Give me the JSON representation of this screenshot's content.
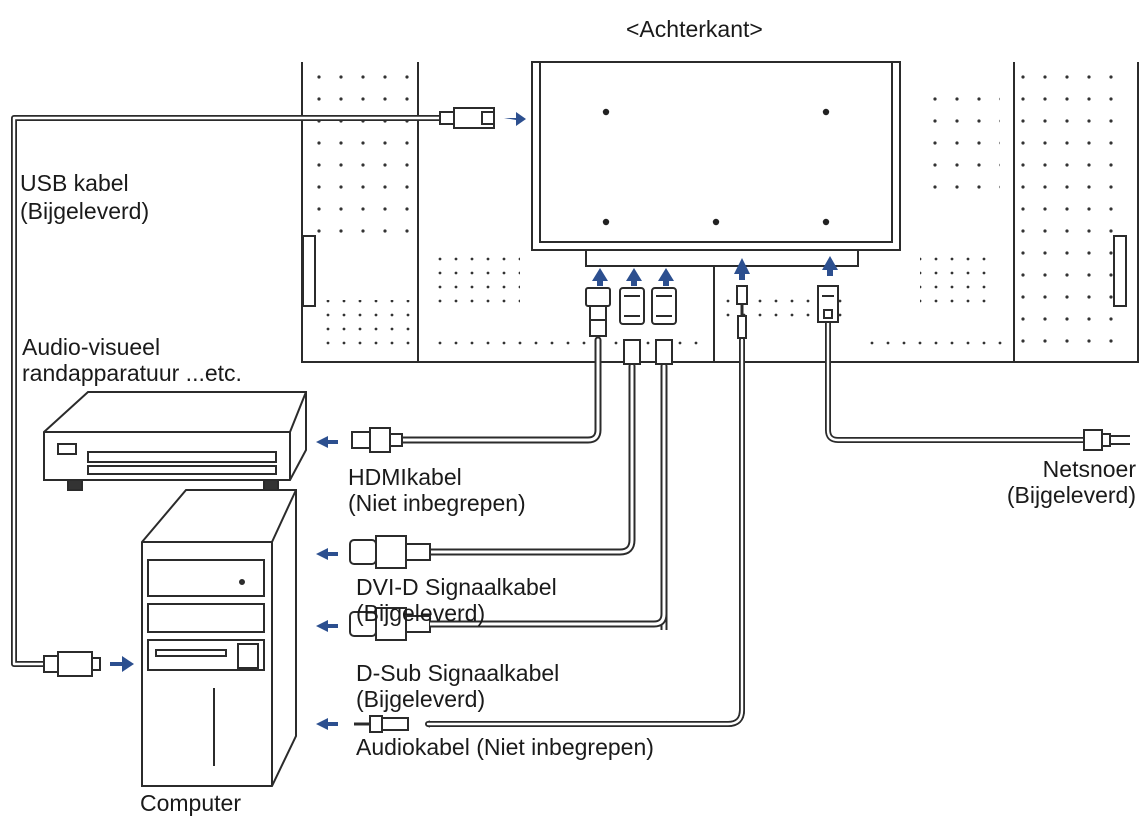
{
  "title": "<Achterkant>",
  "labels": {
    "usb_line1": "USB kabel",
    "usb_line2": "(Bijgeleverd)",
    "av_line1": "Audio-visueel",
    "av_line2": "randapparatuur ...etc.",
    "hdmi_line1": "HDMIkabel",
    "hdmi_line2": "(Niet inbegrepen)",
    "dvi_line1": "DVI-D Signaalkabel",
    "dvi_line2": "(Bijgeleverd)",
    "dsub_line1": "D-Sub Signaalkabel",
    "dsub_line2": "(Bijgeleverd)",
    "audio": "Audiokabel (Niet inbegrepen)",
    "power_line1": "Netsnoer",
    "power_line2": "(Bijgeleverd)",
    "computer": "Computer"
  },
  "colors": {
    "line": "#2b2b2b",
    "arrow": "#2c4f8f",
    "cable_fill": "#ffffff",
    "device_fill": "#ffffff"
  }
}
